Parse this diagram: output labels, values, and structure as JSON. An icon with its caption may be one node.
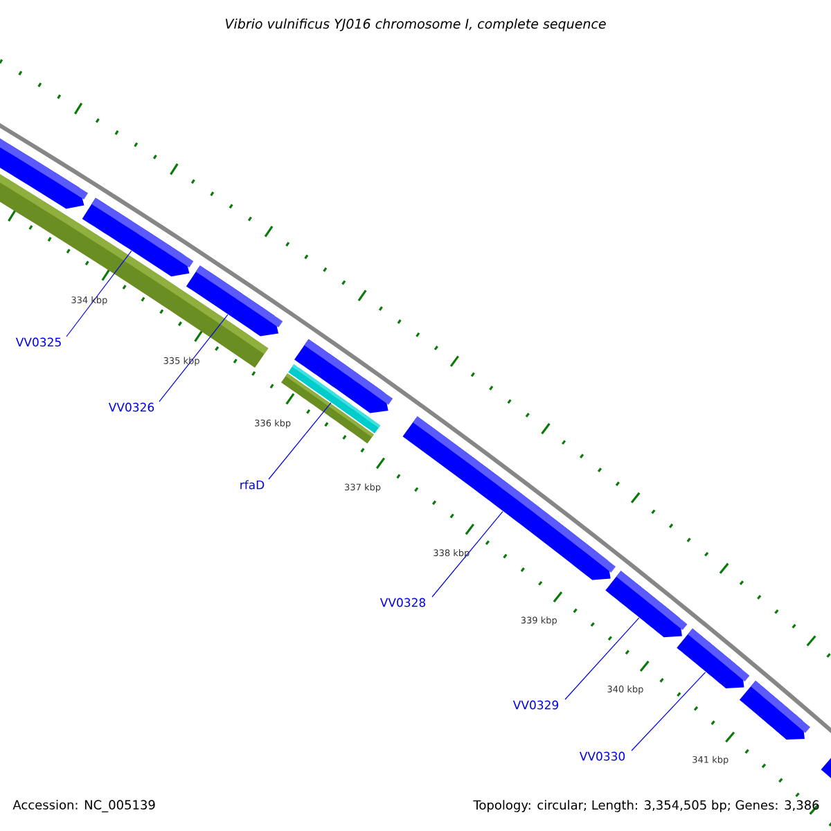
{
  "diagram": {
    "title": "Vibrio vulnificus YJ016 chromosome I, complete sequence",
    "nodes": [
      {
        "text": [
          "VV0325"
        ]
      },
      {
        "text": [
          "VV0326"
        ]
      },
      {
        "text": [
          "rfaD"
        ]
      },
      {
        "text": [
          "VV0328"
        ]
      },
      {
        "text": [
          "VV0329"
        ]
      },
      {
        "text": [
          "VV0330"
        ]
      },
      {
        "text": [],
        "shape": "arrow"
      },
      {
        "text": [],
        "shape": "bar"
      },
      {
        "text": [],
        "shape": "arrow"
      },
      {
        "text": [],
        "shape": "arrow"
      },
      {
        "text": [],
        "shape": "arrow"
      },
      {
        "text": [],
        "shape": "bar"
      },
      {
        "text": [],
        "shape": "bar"
      },
      {
        "text": [],
        "shape": "arrow"
      },
      {
        "text": [],
        "shape": "arrow"
      },
      {
        "text": [],
        "shape": "arrow"
      },
      {
        "text": [],
        "shape": "arrow"
      },
      {
        "text": [],
        "shape": "arrow"
      }
    ],
    "edges": [
      {
        "from": 0,
        "to": 8,
        "arrow": "none"
      },
      {
        "from": 1,
        "to": 9,
        "arrow": "none"
      },
      {
        "from": 2,
        "to": 11,
        "arrow": "none"
      },
      {
        "from": 3,
        "to": 13,
        "arrow": "none"
      },
      {
        "from": 4,
        "to": 14,
        "arrow": "none"
      },
      {
        "from": 5,
        "to": 15,
        "arrow": "none"
      }
    ],
    "labels": [
      "334 kbp",
      "335 kbp",
      "336 kbp",
      "337 kbp",
      "338 kbp",
      "339 kbp",
      "340 kbp",
      "341 kbp",
      "Accession: NC_005139",
      "Topology: circular; Length: 3,354,505 bp; Genes: 3,386"
    ]
  }
}
